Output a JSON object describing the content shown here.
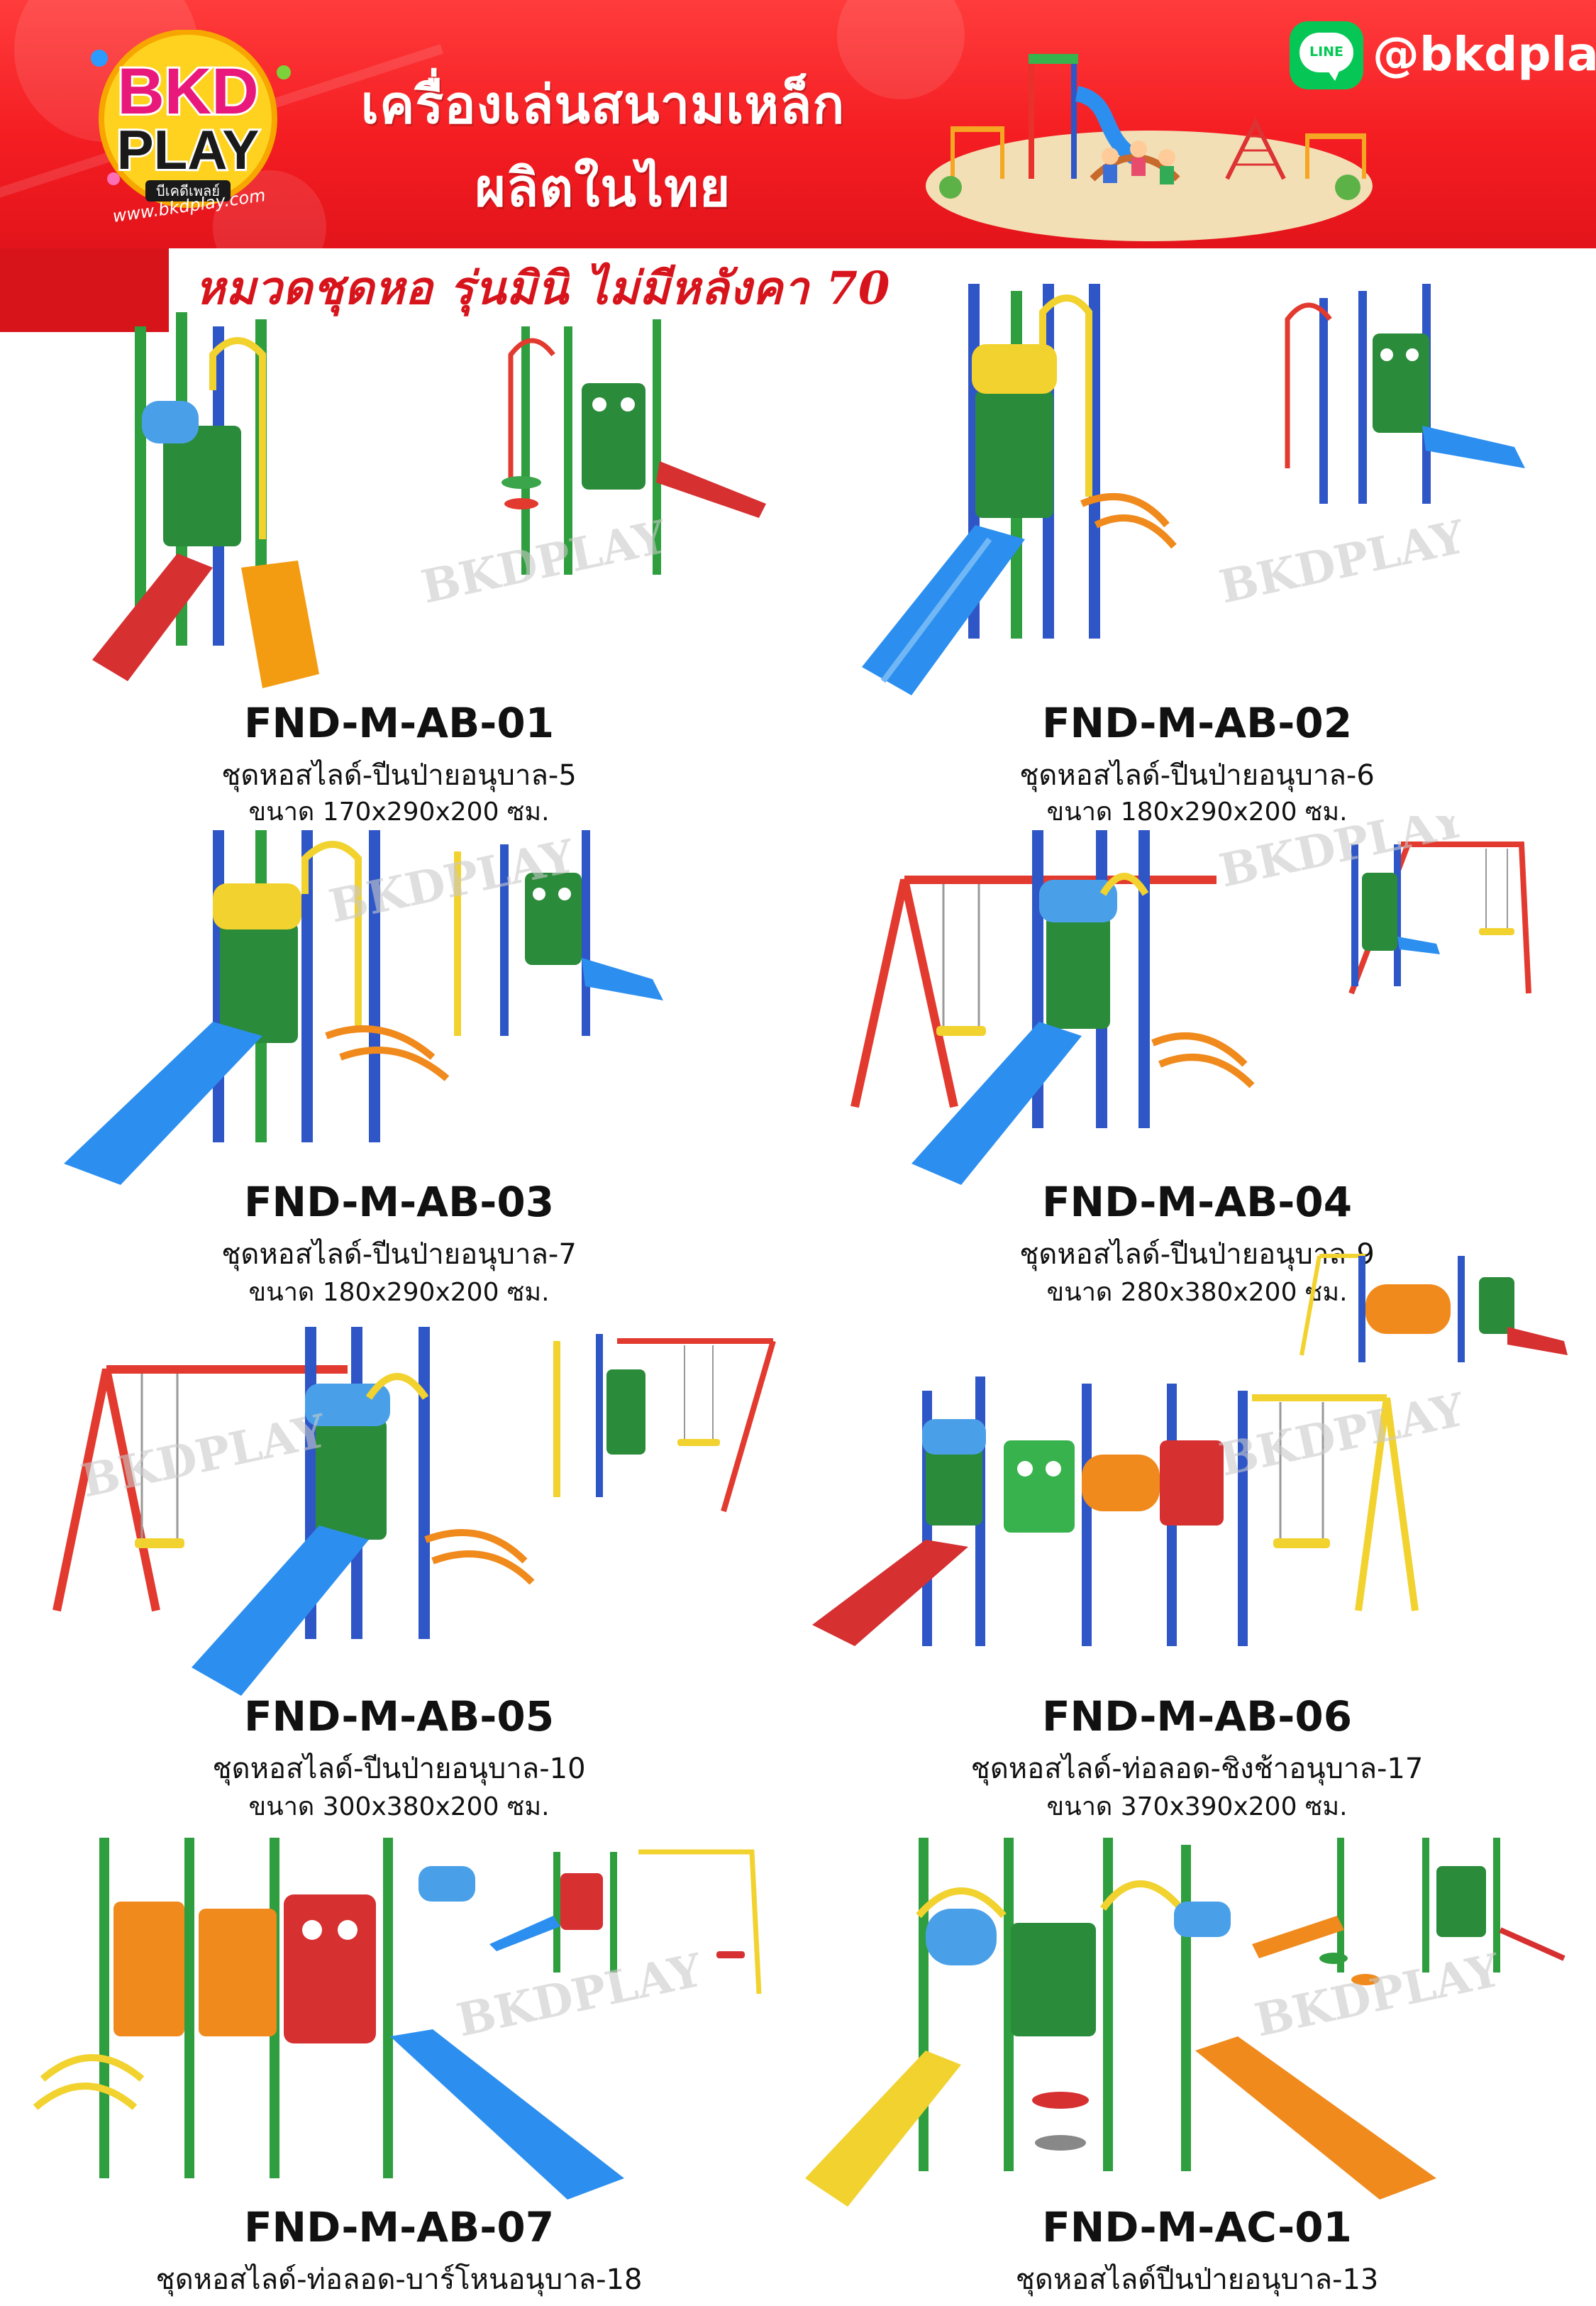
{
  "header": {
    "logo_text_top": "BKD",
    "logo_text_bottom": "PLAY",
    "logo_subtitle": "บีเคดีเพลย์",
    "logo_url": "www.bkdplay.com",
    "headline_line1": "เครื่องเล่นสนามเหล็ก",
    "headline_line2": "ผลิตในไทย",
    "line_badge": "LINE",
    "line_handle": "@bkdplay"
  },
  "category_title": "หมวดชุดหอ รุ่นมินิ ไม่มีหลังคา 70",
  "watermark": "BKDPLAY",
  "colors": {
    "banner_red": "#f41d22",
    "category_red": "#d7141c",
    "line_green": "#06c755"
  },
  "products": [
    {
      "code": "FND-M-AB-01",
      "name": "ชุดหอสไลด์-ปีนป่ายอนุบาล-5",
      "size": "ขนาด 170x290x200 ซม."
    },
    {
      "code": "FND-M-AB-02",
      "name": "ชุดหอสไลด์-ปีนป่ายอนุบาล-6",
      "size": "ขนาด 180x290x200 ซม."
    },
    {
      "code": "FND-M-AB-03",
      "name": "ชุดหอสไลด์-ปีนป่ายอนุบาล-7",
      "size": "ขนาด 180x290x200 ซม."
    },
    {
      "code": "FND-M-AB-04",
      "name": "ชุดหอสไลด์-ปีนป่ายอนุบาล-9",
      "size": "ขนาด 280x380x200 ซม."
    },
    {
      "code": "FND-M-AB-05",
      "name": "ชุดหอสไลด์-ปีนป่ายอนุบาล-10",
      "size": "ขนาด 300x380x200 ซม."
    },
    {
      "code": "FND-M-AB-06",
      "name": "ชุดหอสไลด์-ท่อลอด-ชิงช้าอนุบาล-17",
      "size": "ขนาด 370x390x200 ซม."
    },
    {
      "code": "FND-M-AB-07",
      "name": "ชุดหอสไลด์-ท่อลอด-บาร์โหนอนุบาล-18",
      "size": ""
    },
    {
      "code": "FND-M-AC-01",
      "name": "ชุดหอสไลด์ปีนป่ายอนุบาล-13",
      "size": ""
    }
  ]
}
